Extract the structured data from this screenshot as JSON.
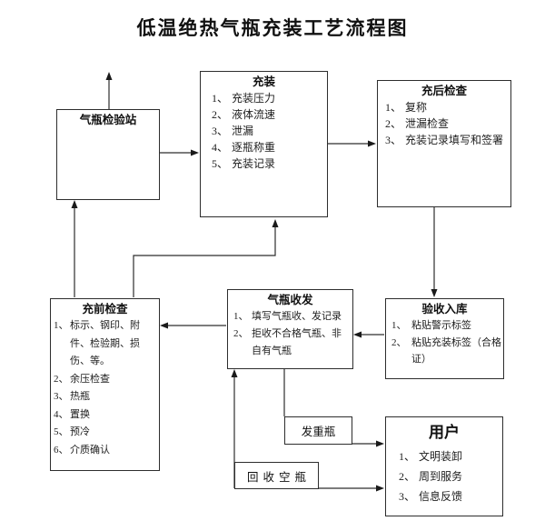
{
  "title": "低温绝热气瓶充装工艺流程图",
  "nums": [
    "1、",
    "2、",
    "3、",
    "4、",
    "5、",
    "6、"
  ],
  "boxes": {
    "inspection": {
      "title": "气瓶检验站"
    },
    "filling": {
      "title": "充装",
      "items": [
        "充装压力",
        "液体流速",
        "泄漏",
        "逐瓶称重",
        "充装记录"
      ]
    },
    "post_check": {
      "title": "充后检查",
      "items": [
        "复称",
        "泄漏检查",
        "充装记录填写和签署"
      ]
    },
    "pre_check": {
      "title": "充前检查",
      "items": [
        "标示、钢印、附件、检验期、损伤、等。",
        "余压检查",
        "热瓶",
        "置换",
        "预冷",
        "介质确认"
      ]
    },
    "dispatch": {
      "title": "气瓶收发",
      "items": [
        "填写气瓶收、发记录",
        "拒收不合格气瓶、非自有气瓶"
      ]
    },
    "acceptance": {
      "title": "验收入库",
      "items": [
        "粘贴警示标签",
        "粘贴充装标签（合格证）"
      ]
    },
    "user": {
      "title": "用户",
      "items": [
        "文明装卸",
        "周到服务",
        "信息反馈"
      ]
    },
    "send_full": {
      "label": "发重瓶"
    },
    "recycle_empty": {
      "label": "回收空瓶"
    }
  },
  "colors": {
    "ink": "#2d2d2d",
    "background": "#ffffff"
  }
}
